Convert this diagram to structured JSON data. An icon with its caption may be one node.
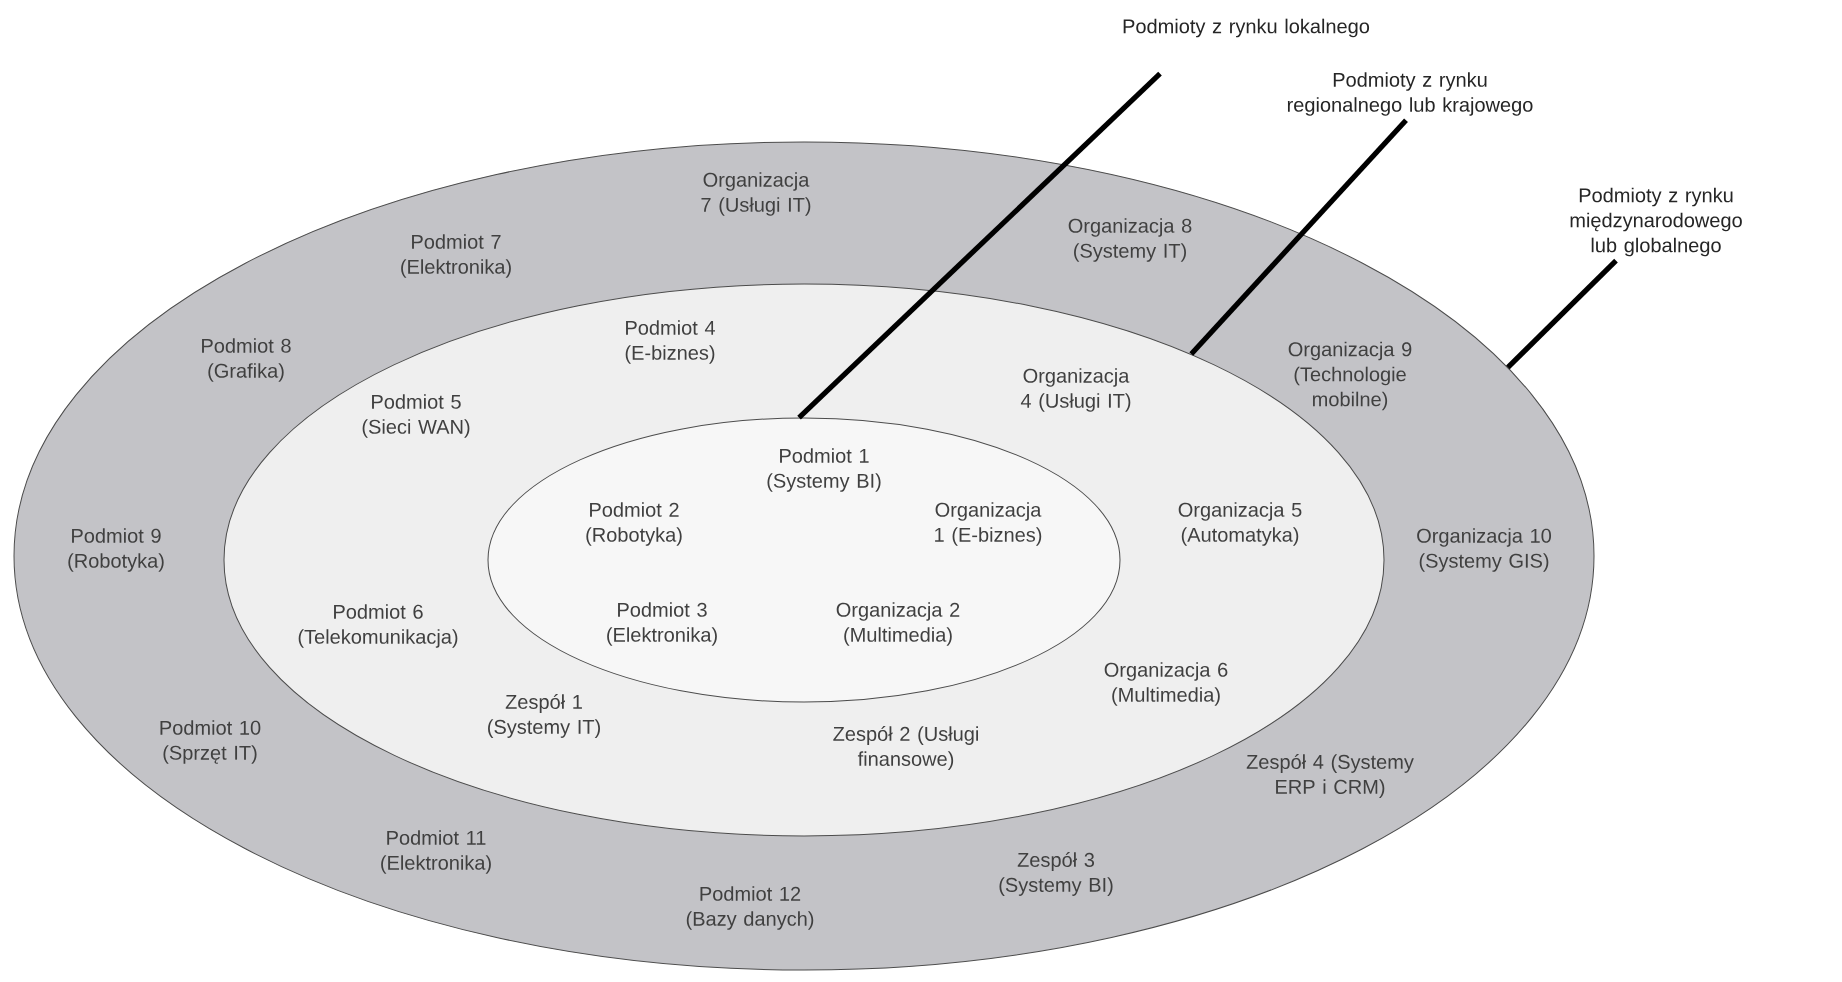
{
  "diagram": {
    "nodes": [
      {
        "text": [
          "Organizacja 7 (Usługi IT)",
          "Podmiot 7 (Elektronika)",
          "Organizacja 8 (Systemy IT)",
          "Podmiot 8 (Grafika)",
          "Organizacja 9 (Technologie mobilne)",
          "Podmiot 9 (Robotyka)",
          "Organizacja 10 (Systemy GIS)",
          "Podmiot 10 (Sprzęt IT)",
          "Zespół 4 (Systemy ERP i CRM)",
          "Podmiot 11 (Elektronika)",
          "Zespół 3 (Systemy BI)",
          "Podmiot 12 (Bazy danych)"
        ]
      },
      {
        "text": [
          "Podmiot 4 (E-biznes)",
          "Podmiot 5 (Sieci WAN)",
          "Organizacja 4 (Usługi IT)",
          "Organizacja 5 (Automatyka)",
          "Podmiot 6 (Telekomunikacja)",
          "Organizacja 6 (Multimedia)",
          "Zespół 1 (Systemy IT)",
          "Zespół 2 (Usługi finansowe)"
        ],
        "in": 0
      },
      {
        "text": [
          "Podmiot 1 (Systemy BI)",
          "Podmiot 2 (Robotyka)",
          "Organizacja 1 (E-biznes)",
          "Podmiot 3 (Elektronika)",
          "Organizacja 2 (Multimedia)"
        ],
        "in": 1
      },
      {
        "text": [
          "Podmioty z rynku lokalnego"
        ]
      },
      {
        "text": [
          "Podmioty z rynku regionalnego lub krajowego"
        ]
      },
      {
        "text": [
          "Podmioty z rynku międzynarodowego lub globalnego"
        ]
      }
    ],
    "edges": [
      {
        "from": 3,
        "to": 2,
        "arrow": "none"
      },
      {
        "from": 4,
        "to": 1,
        "arrow": "none"
      },
      {
        "from": 5,
        "to": 0,
        "arrow": "none"
      }
    ]
  }
}
